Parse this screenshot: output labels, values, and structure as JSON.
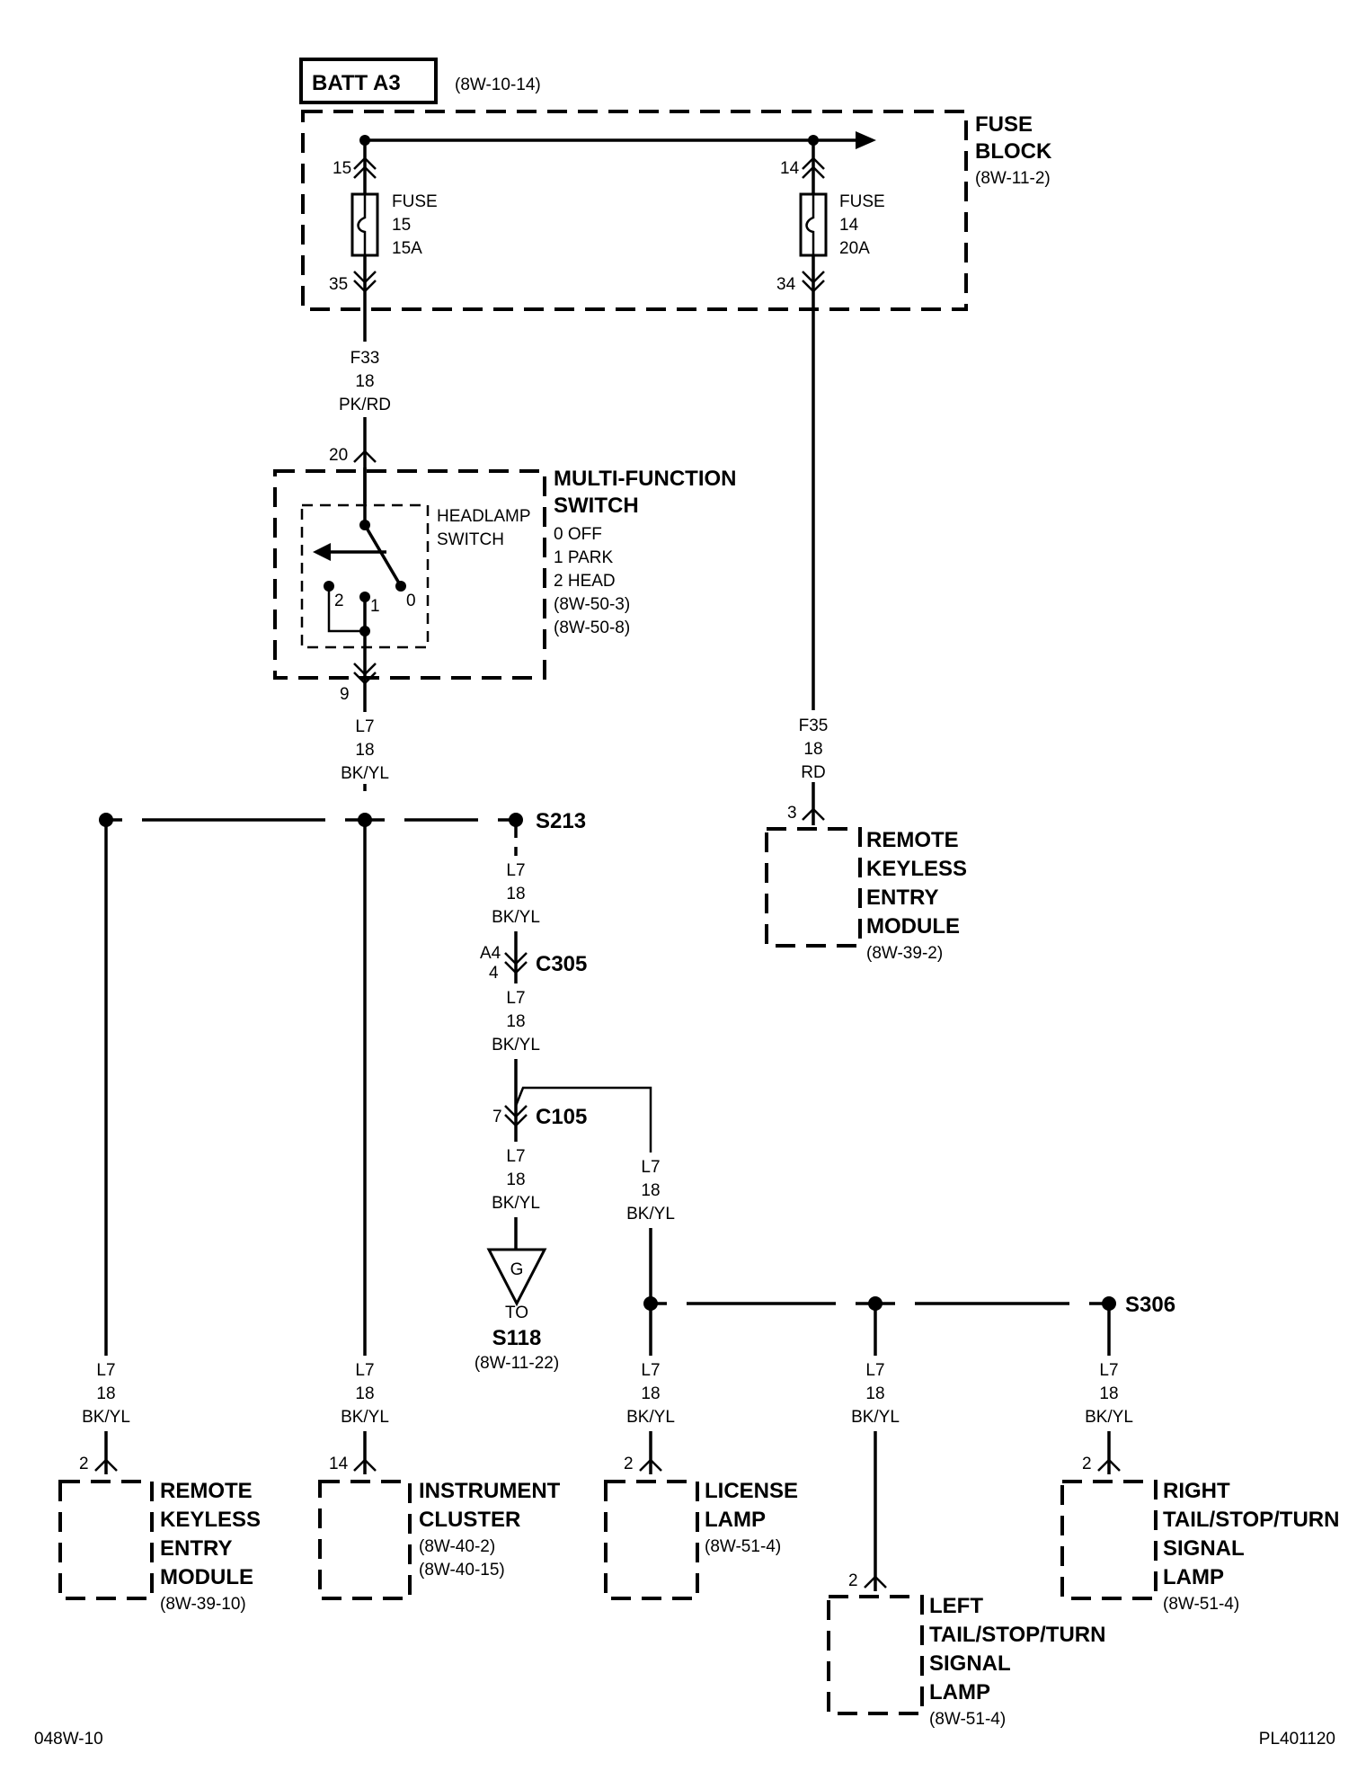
{
  "batt": {
    "label": "BATT A3",
    "ref": "(8W-10-14)"
  },
  "fuse_block": {
    "title1": "FUSE",
    "title2": "BLOCK",
    "ref": "(8W-11-2)"
  },
  "fuse15": {
    "pin_top": "15",
    "pin_bottom": "35",
    "l1": "FUSE",
    "l2": "15",
    "l3": "15A"
  },
  "fuse14": {
    "pin_top": "14",
    "pin_bottom": "34",
    "l1": "FUSE",
    "l2": "14",
    "l3": "20A"
  },
  "wire_f33": {
    "code": "F33",
    "gauge": "18",
    "color": "PK/RD"
  },
  "wire_f35": {
    "code": "F35",
    "gauge": "18",
    "color": "RD"
  },
  "mfs": {
    "pin_in": "20",
    "pin_out": "9",
    "title1": "MULTI-FUNCTION",
    "title2": "SWITCH",
    "s0": "0 OFF",
    "s1": "1 PARK",
    "s2": "2 HEAD",
    "ref1": "(8W-50-3)",
    "ref2": "(8W-50-8)",
    "sub1": "HEADLAMP",
    "sub2": "SWITCH",
    "pos2": "2",
    "pos1": "1",
    "pos0": "0"
  },
  "wire_l7": {
    "code": "L7",
    "gauge": "18",
    "color": "BK/YL"
  },
  "splices": {
    "s213": "S213",
    "s306": "S306"
  },
  "c305": {
    "name": "C305",
    "pin_a": "A4",
    "pin_b": "4"
  },
  "c105": {
    "name": "C105",
    "pin": "7"
  },
  "ground": {
    "symbol": "G",
    "to": "TO",
    "splice": "S118",
    "ref": "(8W-11-22)"
  },
  "rke_top": {
    "pin": "3",
    "l1": "REMOTE",
    "l2": "KEYLESS",
    "l3": "ENTRY",
    "l4": "MODULE",
    "ref": "(8W-39-2)"
  },
  "rke_bottom": {
    "pin": "2",
    "l1": "REMOTE",
    "l2": "KEYLESS",
    "l3": "ENTRY",
    "l4": "MODULE",
    "ref": "(8W-39-10)"
  },
  "cluster": {
    "pin": "14",
    "l1": "INSTRUMENT",
    "l2": "CLUSTER",
    "ref1": "(8W-40-2)",
    "ref2": "(8W-40-15)"
  },
  "license": {
    "pin": "2",
    "l1": "LICENSE",
    "l2": "LAMP",
    "ref": "(8W-51-4)"
  },
  "left_lamp": {
    "pin": "2",
    "l1": "LEFT",
    "l2": "TAIL/STOP/TURN",
    "l3": "SIGNAL",
    "l4": "LAMP",
    "ref": "(8W-51-4)"
  },
  "right_lamp": {
    "pin": "2",
    "l1": "RIGHT",
    "l2": "TAIL/STOP/TURN",
    "l3": "SIGNAL",
    "l4": "LAMP",
    "ref": "(8W-51-4)"
  },
  "footer": {
    "left": "048W-10",
    "right": "PL401120"
  }
}
